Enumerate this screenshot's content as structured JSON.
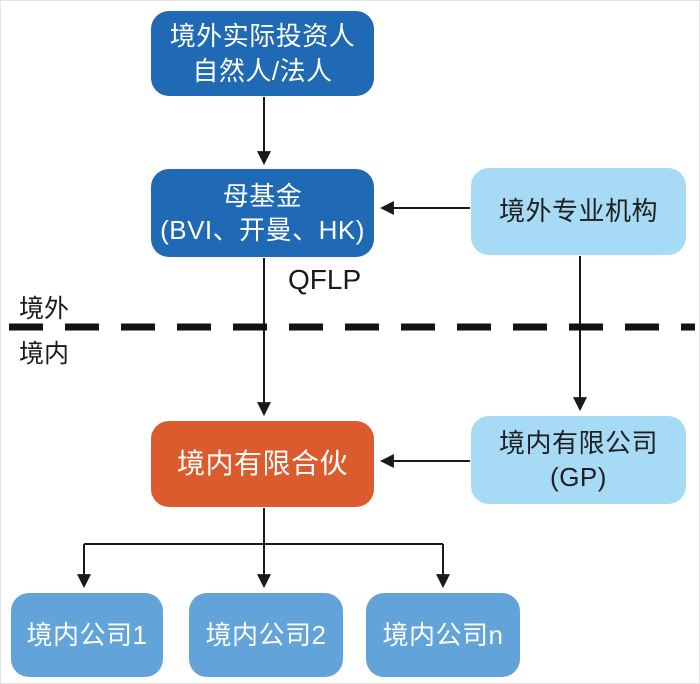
{
  "diagram": {
    "nodes": {
      "overseas_investor": {
        "line1": "境外实际投资人",
        "line2": "自然人/法人"
      },
      "parent_fund": {
        "line1": "母基金",
        "line2": "(BVI、开曼、HK)"
      },
      "overseas_professional_org": {
        "label": "境外专业机构"
      },
      "domestic_limited_partnership": {
        "label": "境内有限合伙"
      },
      "domestic_gp_company": {
        "line1": "境内有限公司",
        "line2": "(GP)"
      },
      "domestic_company_1": {
        "label": "境内公司1"
      },
      "domestic_company_2": {
        "label": "境内公司2"
      },
      "domestic_company_n": {
        "label": "境内公司n"
      }
    },
    "labels": {
      "qflp": "QFLP",
      "overseas_region": "境外",
      "domestic_region": "境内"
    },
    "colors": {
      "dark_blue": "#2069B4",
      "light_blue": "#A7DAF5",
      "medium_blue": "#62A4D9",
      "orange": "#DC5B2E",
      "line_black": "#1A1A1A",
      "text_on_dark": "#FFFFFF",
      "text_on_light": "#1F1F1F"
    }
  }
}
